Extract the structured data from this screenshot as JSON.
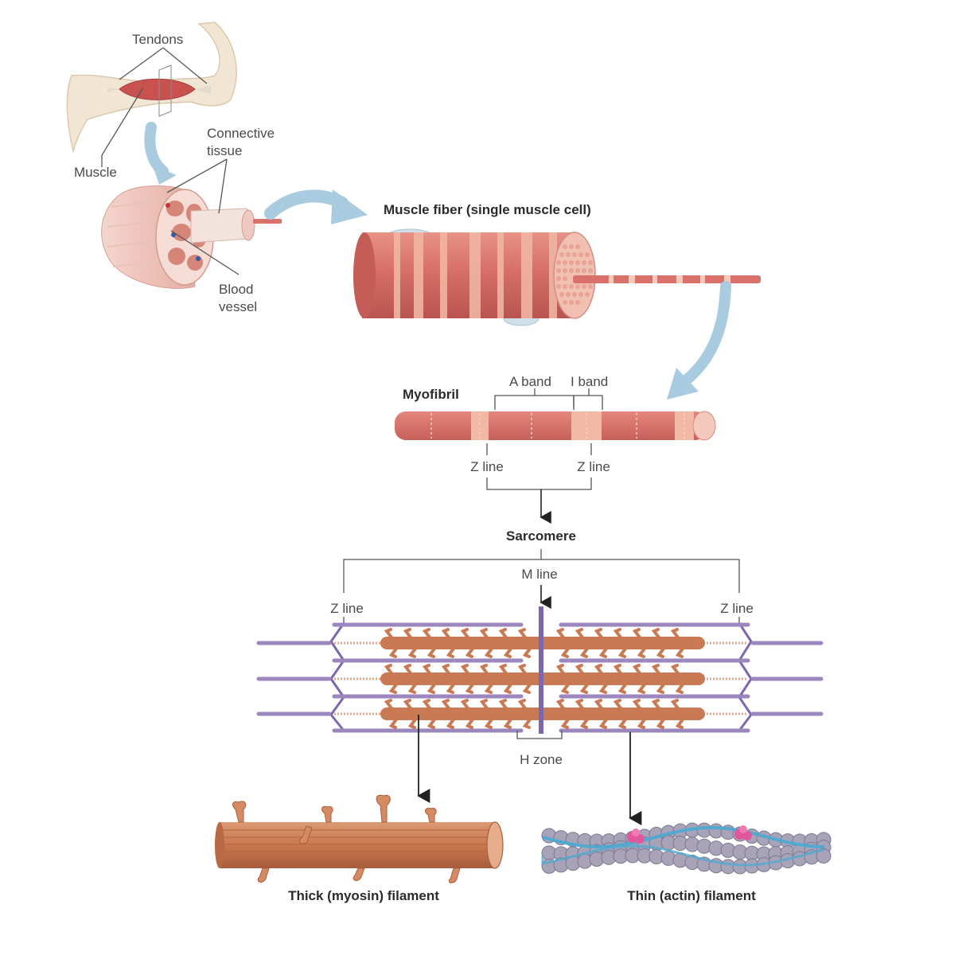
{
  "labels": {
    "tendons": "Tendons",
    "muscle": "Muscle",
    "connective_tissue_line1": "Connective",
    "connective_tissue_line2": "tissue",
    "blood_vessel_line1": "Blood",
    "blood_vessel_line2": "vessel",
    "muscle_fiber": "Muscle fiber (single muscle cell)",
    "myofibril": "Myofibril",
    "a_band": "A band",
    "i_band": "I band",
    "z_line_left_top": "Z line",
    "z_line_right_top": "Z line",
    "sarcomere": "Sarcomere",
    "m_line": "M line",
    "z_line_left": "Z line",
    "z_line_right": "Z line",
    "h_zone": "H zone",
    "thick_filament": "Thick (myosin) filament",
    "thin_filament": "Thin (actin) filament"
  },
  "colors": {
    "muscle_red": "#d9706a",
    "muscle_light": "#f1b9a8",
    "tendon_cream": "#ece2cf",
    "myosin": "#c97a55",
    "actin": "#9b86bd",
    "actin_bead": "#a8a3b8",
    "tropomyosin": "#52a9cf",
    "troponin": "#e0579b",
    "arrow_blue": "#a9cbe0",
    "label_line": "#555555"
  }
}
